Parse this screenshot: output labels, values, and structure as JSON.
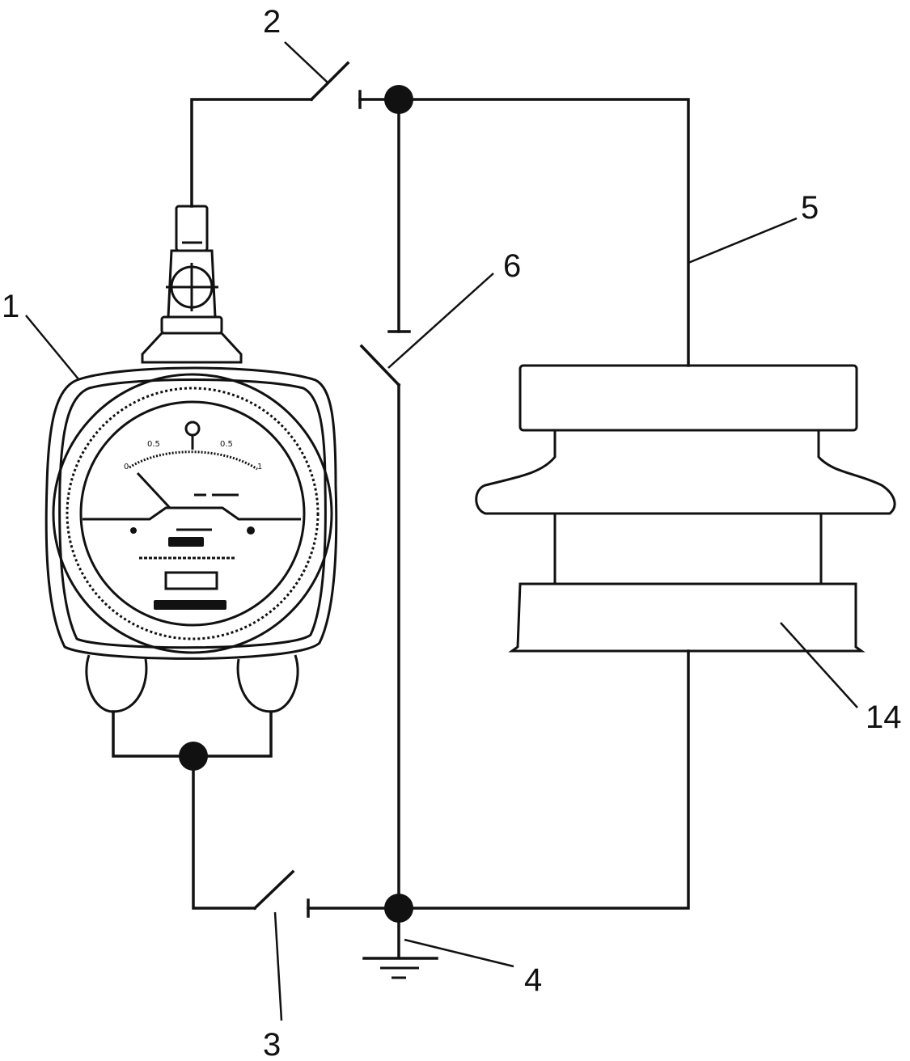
{
  "callouts": {
    "meter": "1",
    "upper_switch": "2",
    "lower_switch": "3",
    "ground": "4",
    "conductor": "5",
    "bypass_switch": "6",
    "insulator": "14"
  },
  "gauge": {
    "scale_labels": [
      "0.5",
      "0",
      "0.5",
      "1"
    ],
    "zero_mark": "0"
  },
  "colors": {
    "ink": "#111111",
    "background": "#ffffff"
  }
}
